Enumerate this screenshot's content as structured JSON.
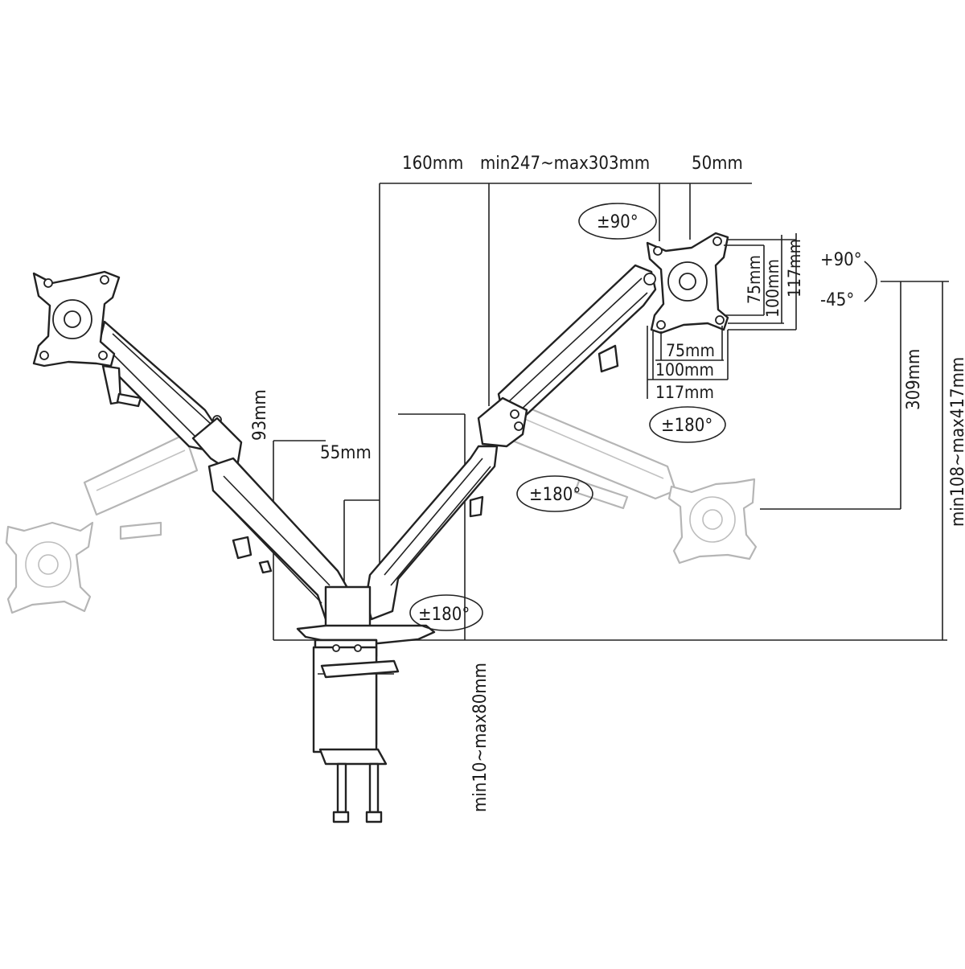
{
  "dimensions": {
    "arm_offset": "160mm",
    "arm_reach": "min247~max303mm",
    "tilt_offset": "50mm",
    "pole_offset": "55mm",
    "vertical_travel": "309mm",
    "total_height": "min108~max417mm",
    "clamp_height": "93mm",
    "desk_thickness": "min10~max80mm"
  },
  "vesa": {
    "vertical": [
      "75mm",
      "100mm",
      "117mm"
    ],
    "horizontal": [
      "75mm",
      "100mm",
      "117mm"
    ]
  },
  "rotations": {
    "swivel_plate": "±90°",
    "tilt_up": "+90°",
    "tilt_down": "-45°",
    "plate_rotation": "±180°",
    "arm_rotation": "±180°",
    "base_rotation": "±180°"
  }
}
